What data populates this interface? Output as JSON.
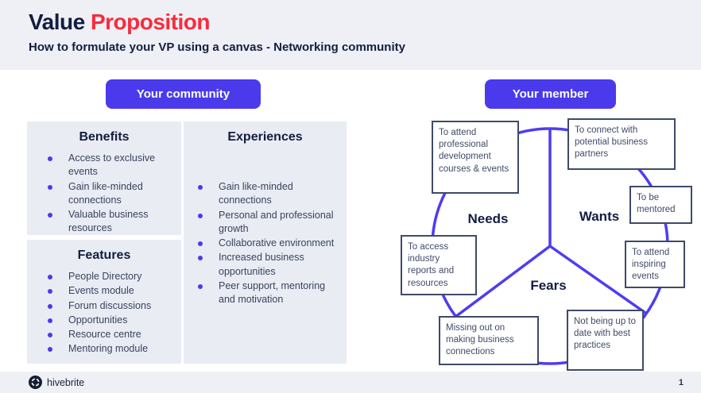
{
  "header": {
    "title_primary": "Value",
    "title_accent": "Proposition",
    "subtitle": "How to formulate your VP using a canvas - Networking community"
  },
  "buttons": {
    "community_label": "Your community",
    "member_label": "Your member"
  },
  "panels": {
    "benefits": {
      "title": "Benefits",
      "items": [
        "Access to exclusive events",
        "Gain like-minded connections",
        "Valuable business resources"
      ]
    },
    "features": {
      "title": "Features",
      "items": [
        "People Directory",
        "Events module",
        "Forum discussions",
        "Opportunities",
        "Resource centre",
        "Mentoring module"
      ]
    },
    "experiences": {
      "title": "Experiences",
      "items": [
        "Gain like-minded connections",
        "Personal and professional growth",
        "Collaborative environment",
        "Increased business opportunities",
        "Peer support, mentoring and motivation"
      ]
    }
  },
  "diagram": {
    "labels": {
      "needs": "Needs",
      "wants": "Wants",
      "fears": "Fears"
    },
    "boxes": [
      {
        "section": "needs",
        "text": "To attend professional development courses & events"
      },
      {
        "section": "wants",
        "text": "To connect with potential business partners"
      },
      {
        "section": "wants",
        "text": "To be mentored"
      },
      {
        "section": "needs",
        "text": "To access industry reports and resources"
      },
      {
        "section": "wants",
        "text": "To attend inspiring events"
      },
      {
        "section": "fears",
        "text": "Missing out on making business connections"
      },
      {
        "section": "fears",
        "text": "Not being up to date with best practices"
      }
    ]
  },
  "footer": {
    "brand": "hivebrite",
    "page_number": "1"
  },
  "colors": {
    "accent_purple": "#4a3aec",
    "diagram_line": "#4e3cf2",
    "accent_red": "#f92b3d",
    "navy": "#141d40",
    "panel_bg": "#e9ecf3",
    "header_bg": "#eef0f5",
    "box_border": "#3e4a68"
  }
}
